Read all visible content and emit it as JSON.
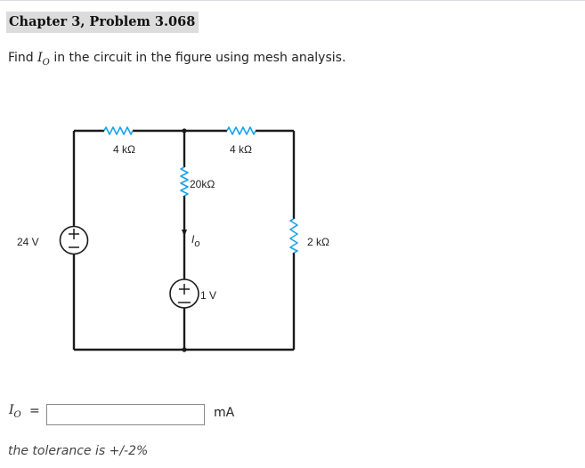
{
  "header": {
    "title": "Chapter 3, Problem 3.068"
  },
  "question": {
    "prefix": "Find ",
    "var_letter": "I",
    "var_sub": "O",
    "suffix": " in the circuit in the figure using mesh analysis."
  },
  "circuit": {
    "labels": {
      "r_top_left": "4 kΩ",
      "r_top_right": "4 kΩ",
      "r_middle": "20kΩ",
      "current": "I",
      "current_sub": "o",
      "r_right": "2 kΩ",
      "source_left": "24 V",
      "source_middle": "1 V"
    },
    "colors": {
      "wire": "#1a1a1a",
      "resistor": "#1aa3e8"
    }
  },
  "answer": {
    "label_letter": "I",
    "label_sub": "O",
    "equals": "=",
    "value": "",
    "unit": "mA"
  },
  "footer": {
    "tolerance": "the tolerance is +/-2%"
  }
}
